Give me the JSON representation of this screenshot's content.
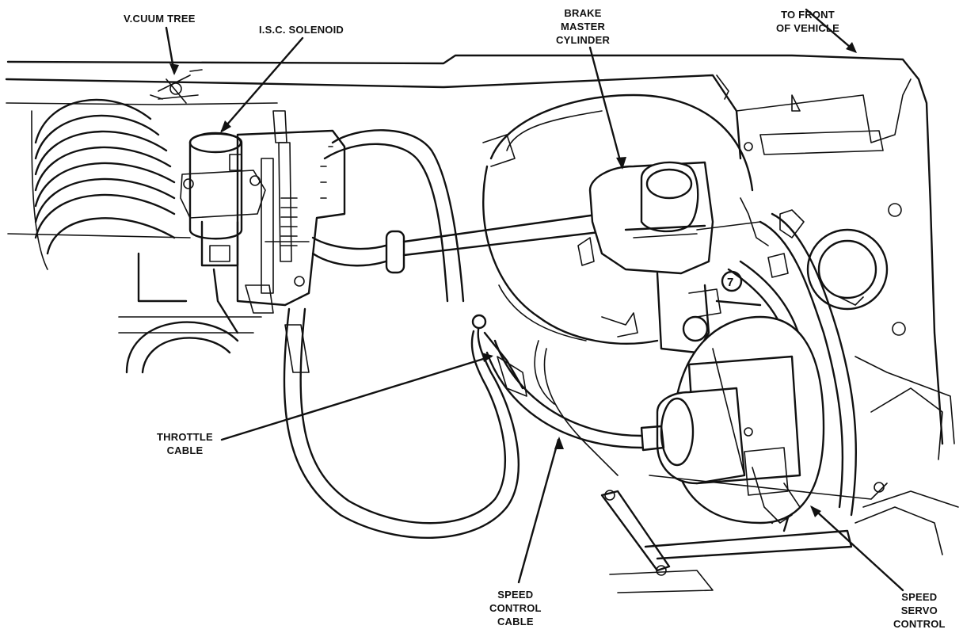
{
  "labels": {
    "vacuum_tree": "V.CUUM TREE",
    "isc_solenoid": "I.S.C. SOLENOID",
    "brake_master_cylinder": [
      "BRAKE",
      "MASTER",
      "CYLINDER"
    ],
    "to_front_of_vehicle": [
      "TO FRONT",
      "OF VEHICLE"
    ],
    "throttle_cable": [
      "THROTTLE",
      "CABLE"
    ],
    "speed_control_cable": [
      "SPEED",
      "CONTROL",
      "CABLE"
    ],
    "speed_servo_control": [
      "SPEED",
      "SERVO",
      "CONTROL"
    ],
    "callout_number": "7"
  },
  "colors": {
    "ink": "#111111",
    "paper": "#ffffff"
  }
}
